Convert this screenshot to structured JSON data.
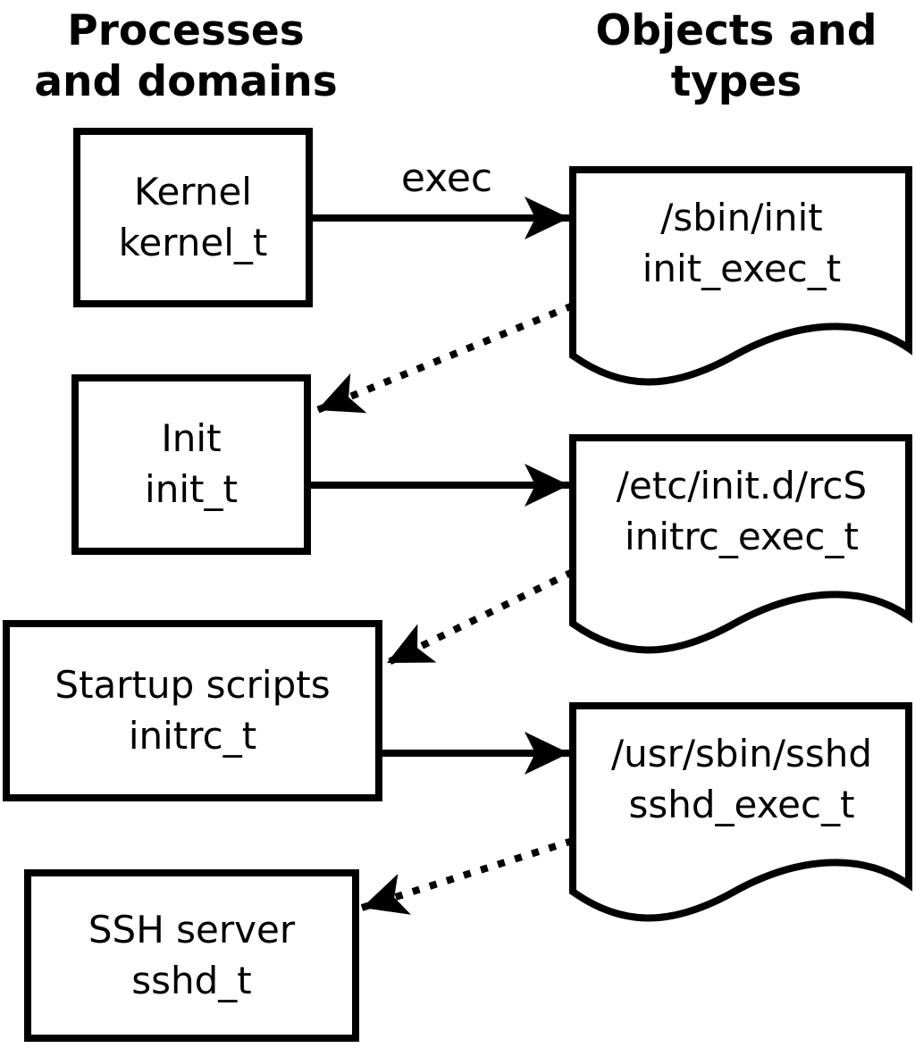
{
  "headers": {
    "left": "Processes\nand domains",
    "right": "Objects and\ntypes"
  },
  "processes": [
    {
      "name": "Kernel",
      "type": "kernel_t"
    },
    {
      "name": "Init",
      "type": "init_t"
    },
    {
      "name": "Startup scripts",
      "type": "initrc_t"
    },
    {
      "name": "SSH server",
      "type": "sshd_t"
    }
  ],
  "objects": [
    {
      "path": "/sbin/init",
      "type": "init_exec_t"
    },
    {
      "path": "/etc/init.d/rcS",
      "type": "initrc_exec_t"
    },
    {
      "path": "/usr/sbin/sshd",
      "type": "sshd_exec_t"
    }
  ],
  "edges": [
    {
      "from": "kernel_t",
      "to": "init_exec_t",
      "style": "solid",
      "label": "exec"
    },
    {
      "from": "init_exec_t",
      "to": "init_t",
      "style": "dotted",
      "label": ""
    },
    {
      "from": "init_t",
      "to": "initrc_exec_t",
      "style": "solid",
      "label": ""
    },
    {
      "from": "initrc_exec_t",
      "to": "initrc_t",
      "style": "dotted",
      "label": ""
    },
    {
      "from": "initrc_t",
      "to": "sshd_exec_t",
      "style": "solid",
      "label": ""
    },
    {
      "from": "sshd_exec_t",
      "to": "sshd_t",
      "style": "dotted",
      "label": ""
    }
  ],
  "colors": {
    "foreground": "#000000",
    "background": "#ffffff"
  }
}
